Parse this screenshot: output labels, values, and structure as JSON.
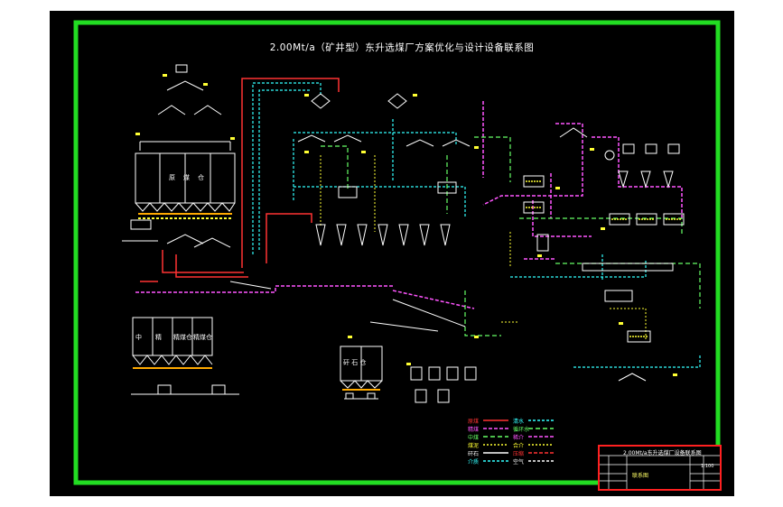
{
  "drawing": {
    "title": "2.00Mt/a（矿井型）东升选煤厂方案优化与设计设备联系图",
    "bin_labels_top": [
      "原",
      "煤",
      "仓"
    ],
    "bin_labels_bottom": [
      "中",
      "精",
      "精煤仓",
      "精煤仓"
    ],
    "bin_label_mid": "矸 石 仓",
    "legend": {
      "left": [
        "原煤",
        "精煤",
        "中煤",
        "煤泥",
        "矸石",
        "介质"
      ],
      "right": [
        "清水",
        "循环水",
        "稀介",
        "合介",
        "压缩",
        "空气"
      ]
    }
  },
  "title_block": {
    "heading": "2.00Mt/a东升选煤厂设备联系图",
    "name": "联系图",
    "scale": "1:100"
  },
  "colors": {
    "frame": "#22dd22",
    "background": "#000000",
    "raw_coal": "#ff3333",
    "clean_coal": "#ff55ff",
    "water": "#33ffff",
    "middlings": "#66ff66",
    "slime": "#ffff33",
    "equipment": "#ffffff"
  }
}
